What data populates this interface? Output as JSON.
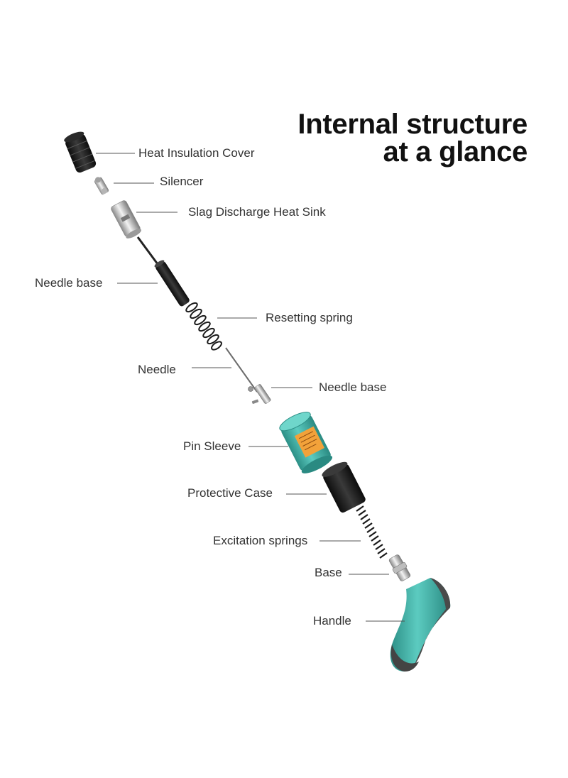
{
  "headline": {
    "line1": "Internal structure",
    "line2": "at a glance"
  },
  "labels": {
    "heat_insulation_cover": "Heat Insulation Cover",
    "silencer": "Silencer",
    "slag_discharge_heat_sink": "Slag Discharge Heat Sink",
    "needle_base_upper": "Needle base",
    "resetting_spring": "Resetting spring",
    "needle": "Needle",
    "needle_base_lower": "Needle base",
    "pin_sleeve": "Pin Sleeve",
    "protective_case": "Protective Case",
    "excitation_springs": "Excitation springs",
    "base": "Base",
    "handle": "Handle"
  },
  "colors": {
    "teal": "#3fb3a8",
    "black_part": "#1a1a1a",
    "metal": "#c9c9c9",
    "label_orange": "#f2a23a"
  }
}
